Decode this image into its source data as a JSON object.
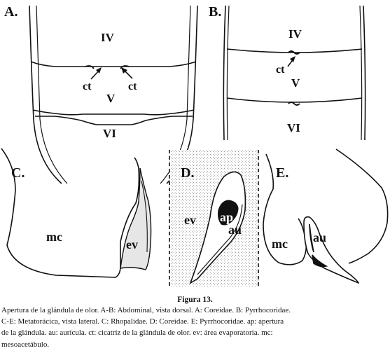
{
  "panels": {
    "a": {
      "letter": "A.",
      "segments": [
        "IV",
        "V",
        "VI"
      ],
      "labels": [
        "ct",
        "ct"
      ]
    },
    "b": {
      "letter": "B.",
      "segments": [
        "IV",
        "V",
        "VI"
      ],
      "labels": [
        "ct"
      ]
    },
    "c": {
      "letter": "C.",
      "labels": [
        "mc",
        "ev"
      ]
    },
    "d": {
      "letter": "D.",
      "labels": [
        "ev",
        "ap",
        "au"
      ]
    },
    "e": {
      "letter": "E.",
      "labels": [
        "mc",
        "au"
      ]
    }
  },
  "caption": {
    "title": "Figura 13.",
    "lines": [
      "Apertura de la glándula de olor. A-B: Abdominal, vista dorsal. A: Coreidae. B: Pyrrhocoridae.",
      "C-E: Metatorácica, vista lateral. C: Rhopalidae. D: Coreidae. E: Pyrrhocoridae. ap: apertura",
      "de la glándula. au: aurícula. ct: cicatriz de la glándula de olor. ev: área evaporatoria. mc:",
      "mesoacetábulo."
    ]
  },
  "colors": {
    "ink": "#111111",
    "stipple": "#d6d6d6",
    "background": "#ffffff"
  }
}
